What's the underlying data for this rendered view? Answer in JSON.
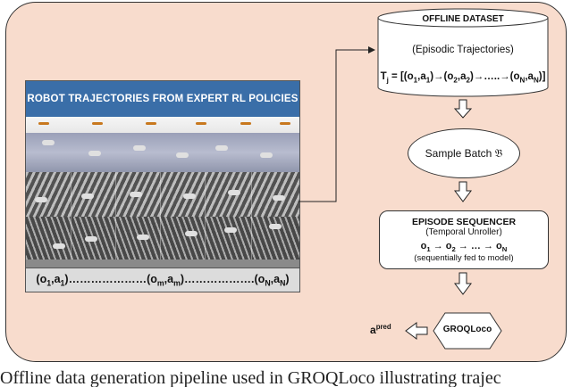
{
  "trajectories": {
    "title": "ROBOT TRAJECTORIES FROM EXPERT RL POLICIES",
    "sequence": "(o₁,a₁)…………………(oₘ,aₘ)……………….(o_N,a_N)"
  },
  "dataset": {
    "title": "OFFLINE DATASET",
    "subtitle": "(Episodic Trajectories)",
    "formula": "Tⱼ = [(o₁,a₁)→(o₂,a₂)→…..→(o_N,a_N)]"
  },
  "sample_batch": {
    "label": "Sample Batch 𝔅"
  },
  "sequencer": {
    "title": "EPISODE SEQUENCER",
    "subtitle": "(Temporal Unroller)",
    "chain": "o₁ → o₂ → … → o_N",
    "note": "(sequentially fed to model)"
  },
  "model": {
    "label": "GROQLoco"
  },
  "output": {
    "label": "a^pred"
  },
  "caption": {
    "text": "Offline data generation pipeline used in GROQLoco illustrating trajec"
  },
  "colors": {
    "panel": "#f8dccd",
    "title_bar": "#3a6ea8",
    "outline": "#333333"
  }
}
